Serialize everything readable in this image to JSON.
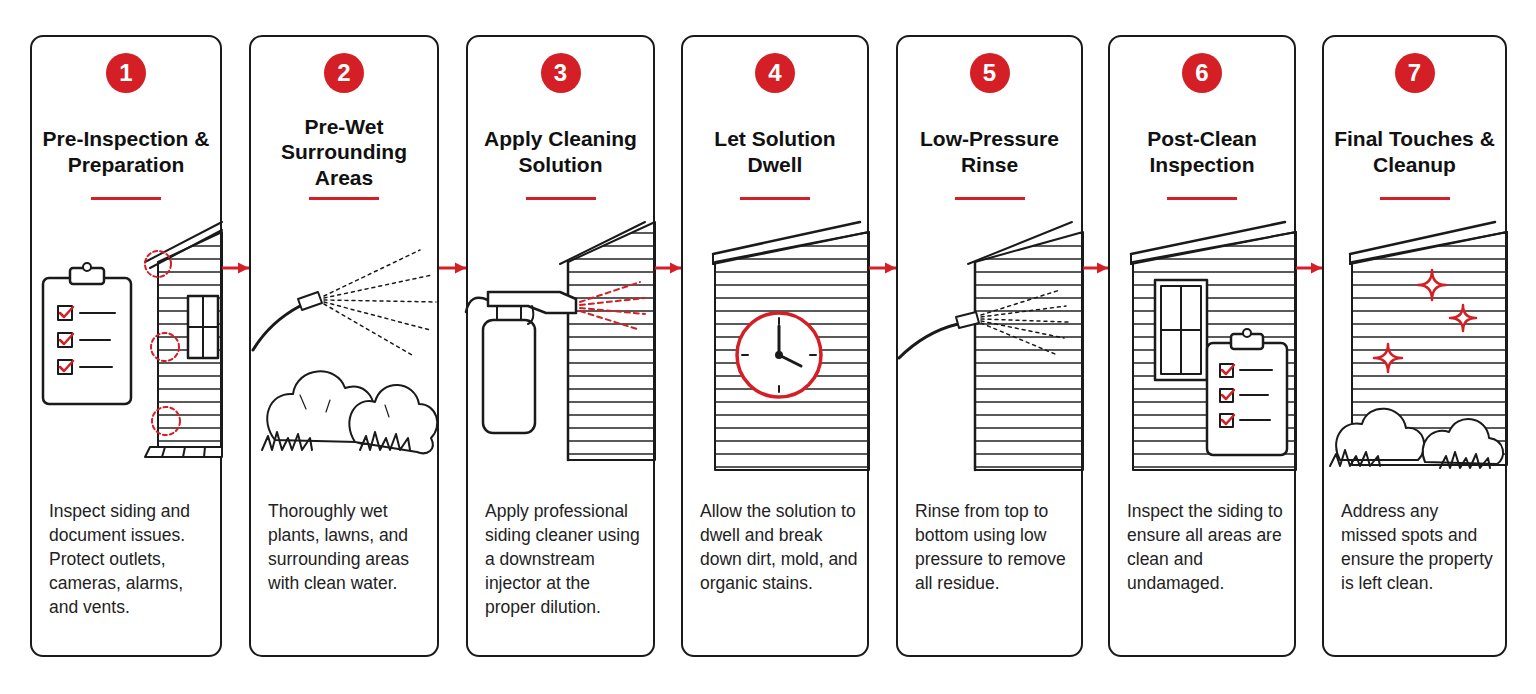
{
  "diagram": {
    "nodes": [
      {
        "text": [
          "Pre-Inspection & Preparation",
          "Inspect siding and document issues. Protect outlets, cameras, alarms, and vents."
        ]
      },
      {
        "text": [
          "1"
        ],
        "in": 0
      },
      {
        "text": [
          "Pre-Wet Surrounding Areas",
          "Thoroughly wet plants, lawns, and surrounding areas with clean water."
        ]
      },
      {
        "text": [
          "2"
        ],
        "in": 2
      },
      {
        "text": [
          "Apply Cleaning Solution",
          "Apply professional siding cleaner using a downstream injector at the proper dilution."
        ]
      },
      {
        "text": [
          "3"
        ],
        "in": 4
      },
      {
        "text": [
          "Let Solution Dwell",
          "Allow the solution to dwell and break down dirt, mold, and organic stains."
        ]
      },
      {
        "text": [
          "4"
        ],
        "in": 6
      },
      {
        "text": [
          "Low-Pressure Rinse",
          "Rinse from top to bottom using low pressure to remove all residue."
        ]
      },
      {
        "text": [
          "5"
        ],
        "in": 8
      },
      {
        "text": [
          "Post-Clean Inspection",
          "Inspect the siding to ensure all areas are clean and undamaged."
        ]
      },
      {
        "text": [
          "6"
        ],
        "in": 10
      },
      {
        "text": [
          "Final Touches & Cleanup",
          "Address any missed spots and ensure the property is left clean."
        ]
      },
      {
        "text": [
          "7"
        ],
        "in": 12
      }
    ],
    "edges": [
      {
        "from": 0,
        "to": 2,
        "arrow": "to"
      },
      {
        "from": 2,
        "to": 4,
        "arrow": "to"
      },
      {
        "from": 4,
        "to": 6,
        "arrow": "to"
      },
      {
        "from": 6,
        "to": 8,
        "arrow": "to"
      },
      {
        "from": 8,
        "to": 10,
        "arrow": "to"
      },
      {
        "from": 10,
        "to": 12,
        "arrow": "to"
      }
    ]
  }
}
